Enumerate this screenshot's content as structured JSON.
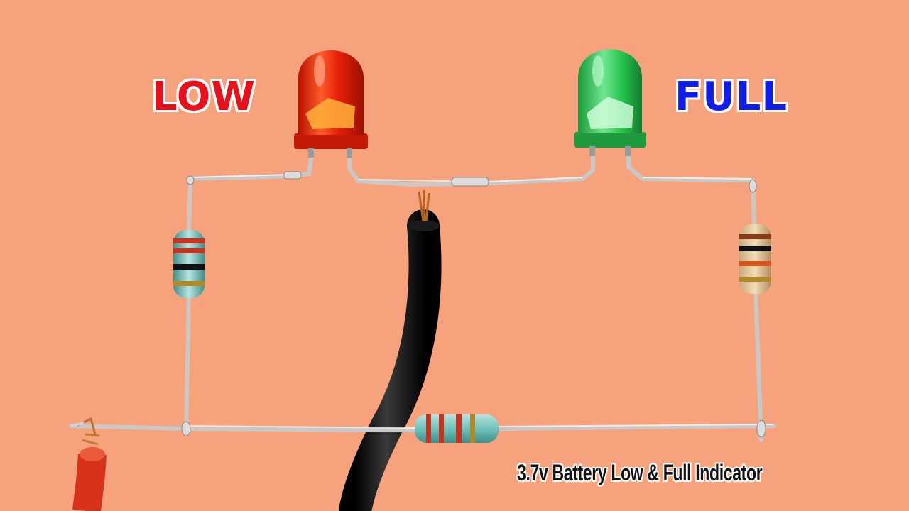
{
  "labels": {
    "low": "LOW",
    "full": "FULL",
    "caption": "3.7v Battery Low & Full Indicator"
  },
  "colors": {
    "background": "#f6a27c",
    "low_text": "#e8101a",
    "full_text": "#0f1de6",
    "red_led": "#e8200a",
    "green_led": "#22c24a",
    "wire": "#cfcfcf",
    "cable": "#111111",
    "probe": "#d8331a"
  },
  "components": {
    "leds": [
      "red-led",
      "green-led"
    ],
    "resistors": [
      "left-resistor",
      "right-resistor",
      "bottom-resistor"
    ]
  }
}
